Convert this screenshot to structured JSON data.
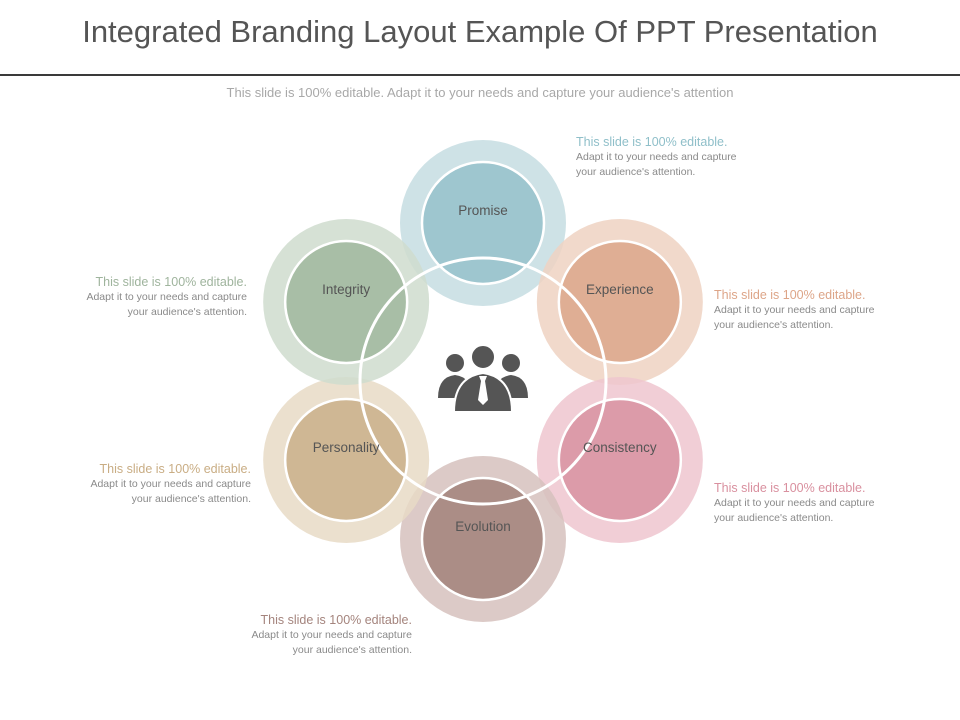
{
  "title": "Integrated Branding Layout Example Of PPT Presentation",
  "subtitle": "This slide is 100% editable. Adapt it to your needs and capture your audience's attention",
  "nodes": [
    {
      "label": "Promise",
      "outer_color": "#c5dde2",
      "inner_color": "#9ec6cf"
    },
    {
      "label": "Experience",
      "outer_color": "#efd2c2",
      "inner_color": "#dfae94"
    },
    {
      "label": "Consistency",
      "outer_color": "#eec6cf",
      "inner_color": "#dc9ba9"
    },
    {
      "label": "Evolution",
      "outer_color": "#d6c1bd",
      "inner_color": "#ab8d86"
    },
    {
      "label": "Personality",
      "outer_color": "#e8dac6",
      "inner_color": "#cfb794"
    },
    {
      "label": "Integrity",
      "outer_color": "#cfdcce",
      "inner_color": "#a8bea6"
    }
  ],
  "center_icon": "people-group-icon",
  "notes": [
    {
      "head": "This slide is 100% editable.",
      "body": "Adapt it to your needs and capture\nyour audience's attention.",
      "head_color": "#8fbfc9"
    },
    {
      "head": "This slide is 100% editable.",
      "body": "Adapt it to your needs and capture\nyour audience's attention.",
      "head_color": "#dda588"
    },
    {
      "head": "This slide is 100% editable.",
      "body": "Adapt it to your needs and capture\nyour audience's attention.",
      "head_color": "#d9909f"
    },
    {
      "head": "This slide is 100% editable.",
      "body": "Adapt it to your needs and capture\nyour audience's attention.",
      "head_color": "#a4847d"
    },
    {
      "head": "This slide is 100% editable.",
      "body": "Adapt it to your needs and capture\nyour audience's attention.",
      "head_color": "#c9ad84"
    },
    {
      "head": "This slide is 100% editable.",
      "body": "Adapt it to your needs and capture\nyour audience's attention.",
      "head_color": "#9fb49d"
    }
  ]
}
